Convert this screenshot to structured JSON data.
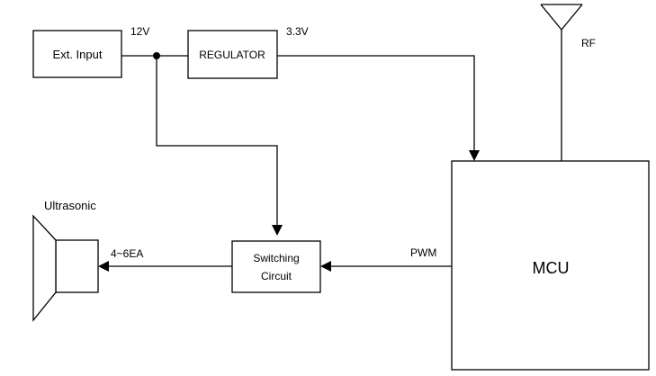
{
  "blocks": {
    "ext_input": "Ext. Input",
    "regulator": "REGULATOR",
    "switching_line1": "Switching",
    "switching_line2": "Circuit",
    "mcu": "MCU",
    "ultrasonic": "Ultrasonic"
  },
  "labels": {
    "v12": "12V",
    "v33": "3.3V",
    "rf": "RF",
    "pwm": "PWM",
    "count": "4~6EA"
  }
}
